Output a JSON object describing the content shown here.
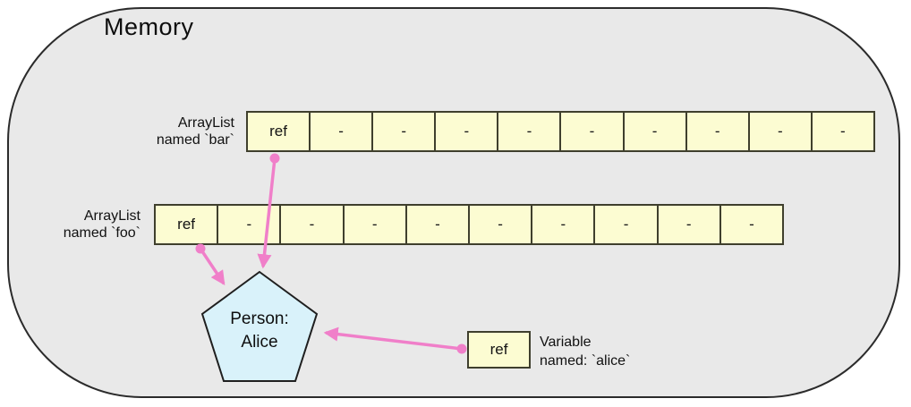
{
  "title": "Memory",
  "arrays": [
    {
      "label_line1": "ArrayList",
      "label_line2": "named `bar`",
      "cells": [
        "ref",
        "-",
        "-",
        "-",
        "-",
        "-",
        "-",
        "-",
        "-",
        "-"
      ]
    },
    {
      "label_line1": "ArrayList",
      "label_line2": "named `foo`",
      "cells": [
        "ref",
        "-",
        "-",
        "-",
        "-",
        "-",
        "-",
        "-",
        "-",
        "-"
      ]
    }
  ],
  "pentagon": {
    "line1": "Person:",
    "line2": "Alice"
  },
  "variable": {
    "box_label": "ref",
    "label_line1": "Variable",
    "label_line2": "named: `alice`"
  },
  "colors": {
    "arrow_pink": "#f07fc9",
    "cell_fill": "#fcfcd2",
    "cell_border": "#3f3f2d",
    "pentagon_fill": "#d9f2fa",
    "memory_fill": "#e9e9e9",
    "memory_border": "#2b2b2b",
    "background": "#ffffff"
  }
}
